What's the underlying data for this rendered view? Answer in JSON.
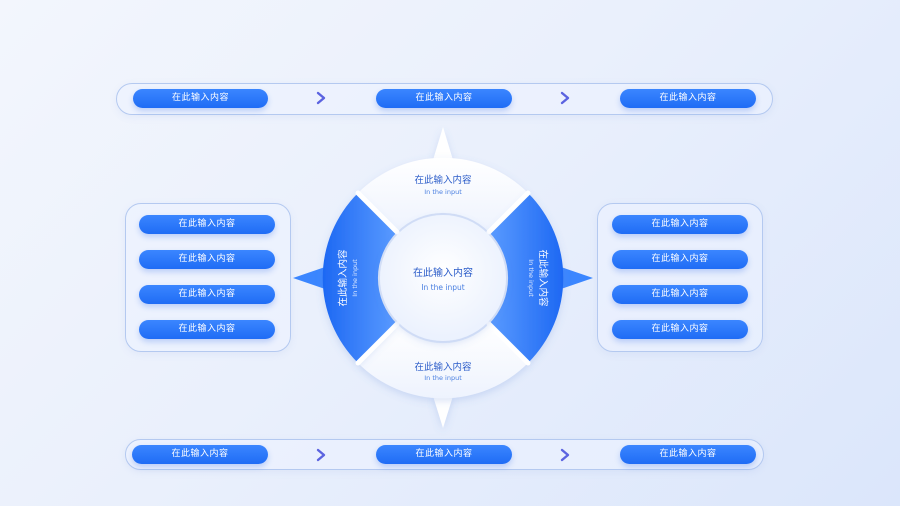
{
  "top_flow": {
    "steps": [
      "在此输入内容",
      "在此输入内容",
      "在此输入内容"
    ],
    "arrow_icon": "chevron-right-icon"
  },
  "bottom_flow": {
    "steps": [
      "在此输入内容",
      "在此输入内容",
      "在此输入内容"
    ],
    "arrow_icon": "chevron-right-icon"
  },
  "left_panel": {
    "items": [
      "在此输入内容",
      "在此输入内容",
      "在此输入内容",
      "在此输入内容"
    ]
  },
  "right_panel": {
    "items": [
      "在此输入内容",
      "在此输入内容",
      "在此输入内容",
      "在此输入内容"
    ]
  },
  "cycle": {
    "center": {
      "title": "在此输入内容",
      "subtitle": "In the input"
    },
    "segments": {
      "top": {
        "title": "在此输入内容",
        "subtitle": "In the input"
      },
      "right": {
        "title": "在此输入内容",
        "subtitle": "In the input"
      },
      "bottom": {
        "title": "在此输入内容",
        "subtitle": "In the input"
      },
      "left": {
        "title": "在此输入内容",
        "subtitle": "In the input"
      }
    }
  },
  "colors": {
    "accent": "#1f6cf5",
    "accent_light": "#4a90ff",
    "chevron": "#5b63e0",
    "panel_border": "#b4c9f0"
  }
}
